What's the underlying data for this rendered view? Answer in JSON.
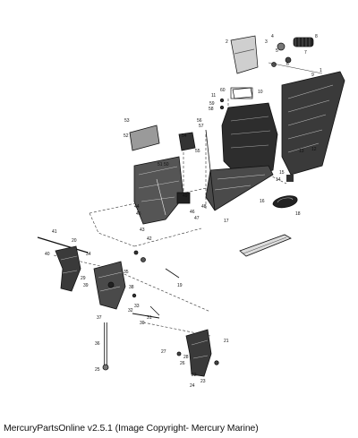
{
  "caption": "MercuryPartsOnline v2.5.1 (Image Copyright- Mercury Marine)",
  "callouts": [
    "1",
    "2",
    "3",
    "4",
    "5",
    "6",
    "7",
    "8",
    "9",
    "10",
    "11",
    "12",
    "13",
    "14",
    "15",
    "16",
    "17",
    "18",
    "19",
    "20",
    "21",
    "22",
    "23",
    "24",
    "25",
    "26",
    "27",
    "28",
    "29",
    "30",
    "31",
    "32",
    "33",
    "34",
    "35",
    "36",
    "37",
    "38",
    "39",
    "40",
    "41",
    "42",
    "43",
    "44",
    "45",
    "46",
    "47",
    "48",
    "49",
    "50",
    "51",
    "52",
    "53",
    "54",
    "55",
    "56",
    "57",
    "58",
    "59",
    "60"
  ]
}
